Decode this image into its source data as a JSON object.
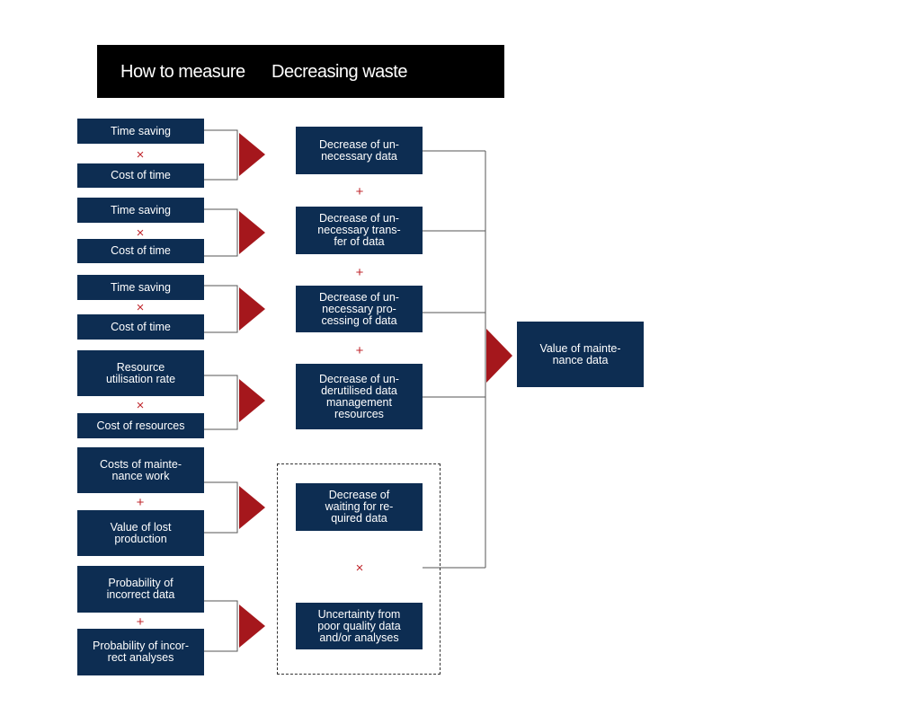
{
  "header": {
    "col1": "How to measure",
    "col2": "Decreasing waste"
  },
  "measures": [
    {
      "top": "Time saving",
      "op": "×",
      "bottom": "Cost of time"
    },
    {
      "top": "Time saving",
      "op": "×",
      "bottom": "Cost of time"
    },
    {
      "top": "Time saving",
      "op": "×",
      "bottom": "Cost of time"
    },
    {
      "top": "Resource\nutilisation rate",
      "op": "×",
      "bottom": "Cost of resources"
    },
    {
      "top": "Costs of mainte-\nnance work",
      "op": "+",
      "bottom": "Value of lost\nproduction"
    },
    {
      "top": "Probability of\nincorrect data",
      "op": "+",
      "bottom": "Probability of incor-\nrect analyses"
    }
  ],
  "wastes": [
    "Decrease of un-\nnecessary data",
    "Decrease of un-\nnecessary trans-\nfer of data",
    "Decrease of un-\nnecessary pro-\ncessing of data",
    "Decrease of un-\nderutilised data\nmanagement\nresources",
    "Decrease of\nwaiting for re-\nquired data",
    "Uncertainty from\npoor quality data\nand/or analyses"
  ],
  "waste_ops": [
    "+",
    "+",
    "+",
    "×"
  ],
  "result": "Value of mainte-\nnance data",
  "colors": {
    "box": "#0d2d52",
    "arrow": "#a5171c",
    "operator": "#c0272d",
    "header": "#000000"
  }
}
